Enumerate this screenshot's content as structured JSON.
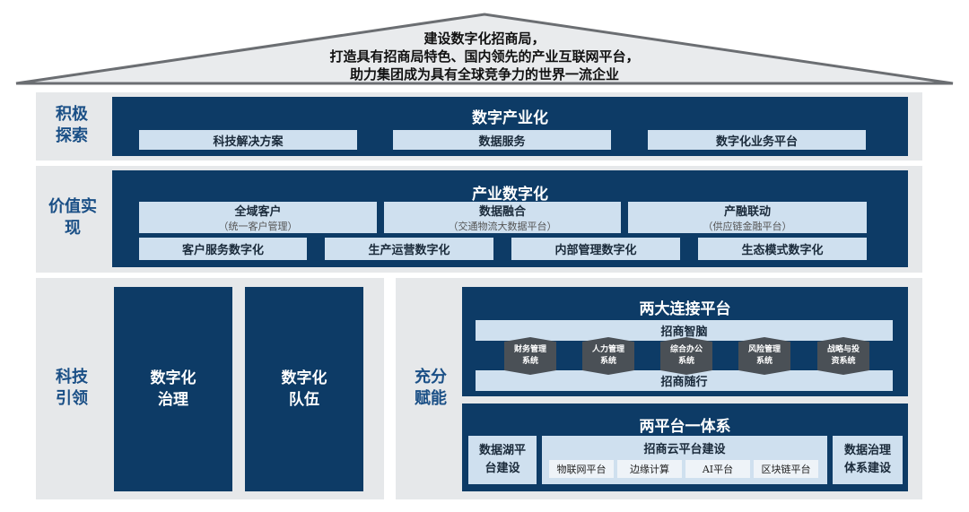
{
  "roof": {
    "lines": [
      "建设数字化招商局，",
      "打造具有招商局特色、国内领先的产业互联网平台，",
      "助力集团成为具有全球竞争力的世界一流企业"
    ]
  },
  "row1": {
    "label": "积极探索",
    "title": "数字产业化",
    "items": [
      "科技解决方案",
      "数据服务",
      "数字化业务平台"
    ]
  },
  "row2": {
    "label": "价值实现",
    "title": "产业数字化",
    "top": [
      {
        "name": "全域客户",
        "sub": "（统一客户管理）"
      },
      {
        "name": "数据融合",
        "sub": "（交通物流大数据平台）"
      },
      {
        "name": "产融联动",
        "sub": "（供应链金融平台）"
      }
    ],
    "bottom": [
      "客户服务数字化",
      "生产运营数字化",
      "内部管理数字化",
      "生态模式数字化"
    ]
  },
  "row3left": {
    "label": "科技引领",
    "pillars": [
      "数字化治理",
      "数字化队伍"
    ]
  },
  "row3right": {
    "label": "充分赋能",
    "connect": {
      "title": "两大连接平台",
      "top_band": "招商智脑",
      "bottom_band": "招商随行",
      "systems": [
        "财务管理系统",
        "人力管理系统",
        "综合办公系统",
        "风险管理系统",
        "战略与投资系统"
      ]
    },
    "integrate": {
      "title": "两平台一体系",
      "left": "数据湖平台建设",
      "center_title": "招商云平台建设",
      "center_items": [
        "物联网平台",
        "边缘计算",
        "AI平台",
        "区块链平台"
      ],
      "right": "数据治理体系建设"
    }
  }
}
